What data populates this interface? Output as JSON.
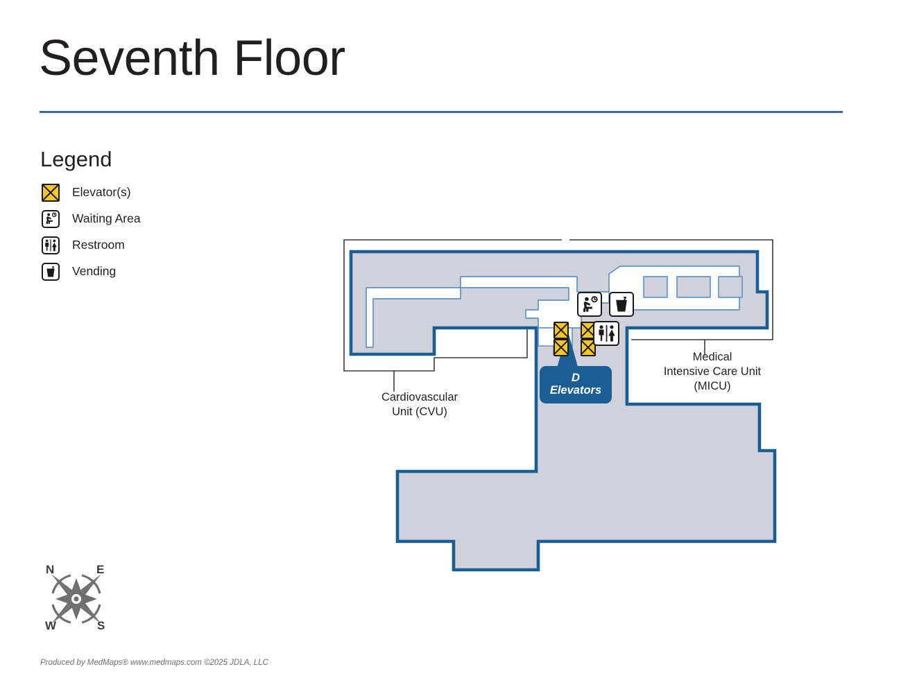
{
  "header": {
    "title": "Seventh Floor"
  },
  "legend": {
    "title": "Legend",
    "items": [
      {
        "icon": "elevator-icon",
        "label": "Elevator(s)"
      },
      {
        "icon": "waiting-area-icon",
        "label": "Waiting Area"
      },
      {
        "icon": "restroom-icon",
        "label": "Restroom"
      },
      {
        "icon": "vending-icon",
        "label": "Vending"
      }
    ]
  },
  "map": {
    "areas": [
      {
        "id": "cvu",
        "label": "Cardiovascular\nUnit (CVU)",
        "line1": "Cardiovascular",
        "line2": "Unit (CVU)"
      },
      {
        "id": "micu",
        "label": "Medical Intensive Care Unit (MICU)",
        "line1": "Medical",
        "line2": "Intensive Care Unit",
        "line3": "(MICU)"
      }
    ],
    "callout": {
      "name": "D Elevators",
      "line1": "D",
      "line2": "Elevators"
    },
    "icons": [
      {
        "name": "waiting-area-icon",
        "label": "Waiting Area"
      },
      {
        "name": "vending-icon",
        "label": "Vending"
      },
      {
        "name": "restroom-icon",
        "label": "Restroom"
      },
      {
        "name": "elevator-icon",
        "label": "Elevator(s)",
        "count": 4
      }
    ],
    "colors": {
      "floor_fill": "#d0d1da",
      "floor_outline": "#1b5e96",
      "corridor_outline": "#5d93c4",
      "boundary_line": "#3a3a3a",
      "elevator_yellow": "#f6c725",
      "callout_blue": "#1b5e96",
      "rule_blue": "#2e6ca4"
    }
  },
  "compass": {
    "name": "compass-rose",
    "north": "N",
    "east": "E",
    "south": "S",
    "west": "W"
  },
  "footer": {
    "credit": "Produced by MedMaps®  www.medmaps.com   ©2025 JDLA, LLC"
  }
}
